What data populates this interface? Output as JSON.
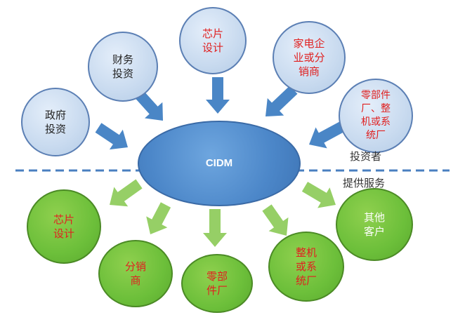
{
  "colors": {
    "investor_fill": "#c8daef",
    "service_fill": "#6cbf3a",
    "center_fill": "#4c87c9",
    "text_dark": "#222222",
    "text_red": "#e02020",
    "arrow_blue": "#4a86c6",
    "arrow_green": "#96cf66",
    "divider": "#4a7fc0"
  },
  "center": {
    "label": "CIDM"
  },
  "investors": {
    "section_label": "投资者",
    "nodes": [
      {
        "label": "政府\n投资",
        "color": "#222222"
      },
      {
        "label": "财务\n投资",
        "color": "#222222"
      },
      {
        "label": "芯片\n设计",
        "color": "#e02020"
      },
      {
        "label": "家电企\n业或分\n销商",
        "color": "#e02020"
      },
      {
        "label": "零部件\n厂、整\n机或系\n统厂",
        "color": "#e02020"
      }
    ]
  },
  "services": {
    "section_label": "提供服务",
    "nodes": [
      {
        "label": "芯片\n设计",
        "color": "#e02020"
      },
      {
        "label": "分销\n商",
        "color": "#e02020"
      },
      {
        "label": "零部\n件厂",
        "color": "#e02020"
      },
      {
        "label": "整机\n或系\n统厂",
        "color": "#e02020"
      },
      {
        "label": "其他\n客户",
        "color": "#ffffff"
      }
    ]
  }
}
